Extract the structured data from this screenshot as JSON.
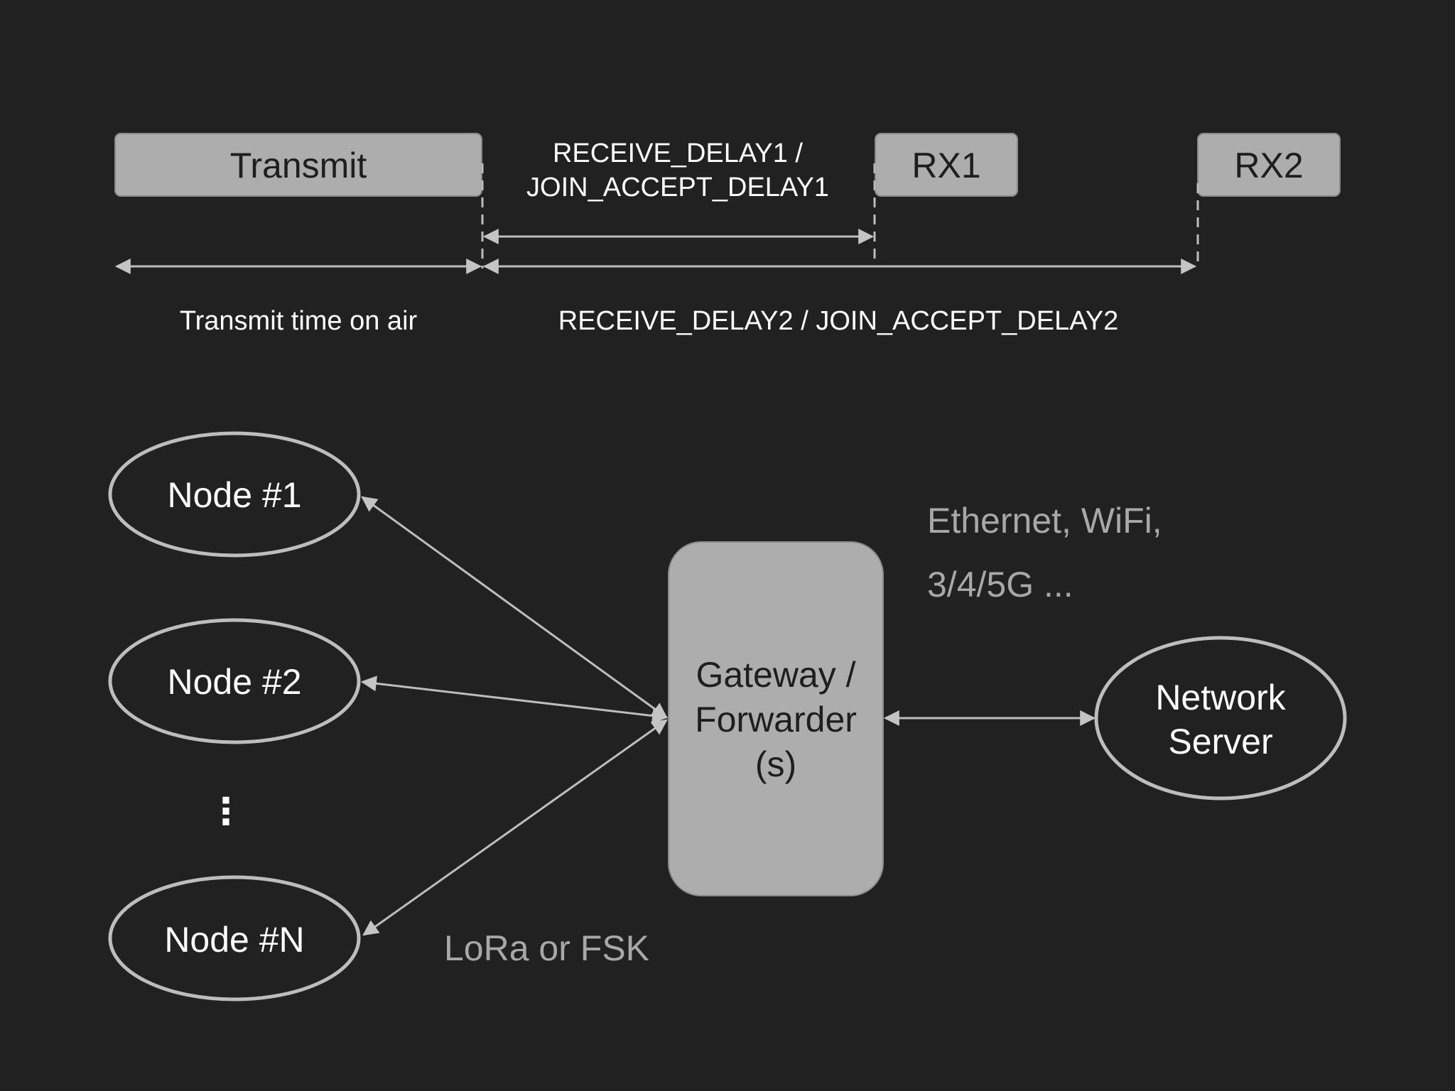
{
  "timing": {
    "transmit_label": "Transmit",
    "rx1_label": "RX1",
    "rx2_label": "RX2",
    "delay1_line1": "RECEIVE_DELAY1 /",
    "delay1_line2": "JOIN_ACCEPT_DELAY1",
    "time_on_air_label": "Transmit time on air",
    "delay2_label": "RECEIVE_DELAY2 / JOIN_ACCEPT_DELAY2"
  },
  "network": {
    "nodes": [
      "Node #1",
      "Node #2",
      "Node #N"
    ],
    "ellipsis": "⋮",
    "gateway_lines": [
      "Gateway /",
      "Forwarder",
      "(s)"
    ],
    "server_lines": [
      "Network",
      "Server"
    ],
    "backhaul_lines": [
      "Ethernet, WiFi,",
      "3/4/5G ..."
    ],
    "radio_label": "LoRa or FSK"
  },
  "colors": {
    "background": "#212121",
    "box_fill": "#adadad",
    "line": "#bdbdbd",
    "text_light": "#ffffff",
    "text_dim": "#a8a8a8",
    "text_dark": "#1e1e1e"
  }
}
